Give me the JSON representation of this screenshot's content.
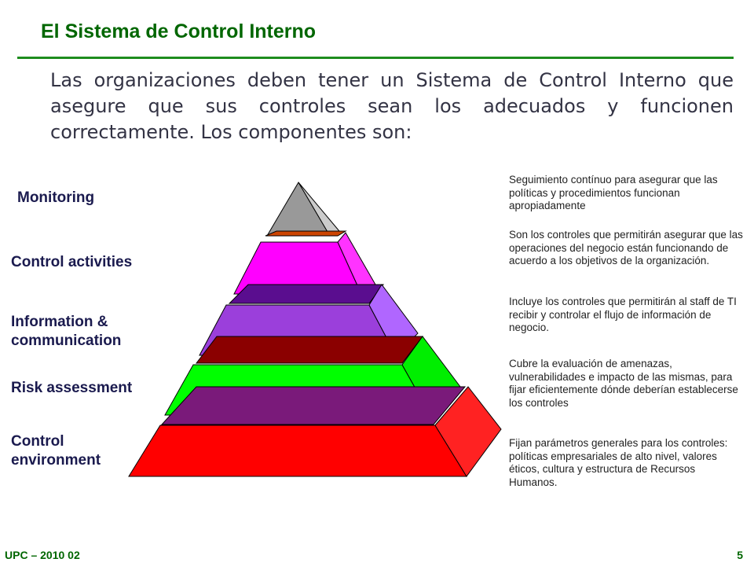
{
  "slide": {
    "title": "El Sistema de Control Interno",
    "intro": "Las organizaciones deben tener un Sistema de Control Interno que asegure que sus controles sean los adecuados y funcionen correctamente. Los componentes son:",
    "footer_left": "UPC – 2010 02",
    "page_number": "5"
  },
  "layers": [
    {
      "label": "Monitoring",
      "description": "Seguimiento contínuo para asegurar que las políticas y procedimientos funcionan apropiadamente",
      "front_color": "#999999",
      "side_color": "#cccccc"
    },
    {
      "label": "Control activities",
      "description": "Son los controles que permitirán asegurar que las operaciones del negocio están funcionando de acuerdo a los objetivos de la organización.",
      "front_color": "#ff00ff",
      "side_color": "#ff33ff",
      "top_color": "#cc4400"
    },
    {
      "label": "Information & communication",
      "description": "Incluye los controles que permitirán al staff de TI recibir y controlar el flujo de información de negocio.",
      "front_color": "#9b3fdb",
      "side_color": "#b066ff",
      "top_color": "#5a0d8f"
    },
    {
      "label": "Risk assessment",
      "description": "Cubre la evaluación de amenazas, vulnerabilidades e impacto de las mismas, para fijar eficientemente dónde deberían establecerse los controles",
      "front_color": "#00ff00",
      "side_color": "#00ee00",
      "top_color": "#8b0000"
    },
    {
      "label": "Control environment",
      "description": "Fijan parámetros generales para los controles: políticas empresariales de alto nivel, valores éticos, cultura y estructura de Recursos Humanos.",
      "front_color": "#ff0000",
      "side_color": "#ff2222",
      "top_color": "#7a1a7a"
    }
  ]
}
